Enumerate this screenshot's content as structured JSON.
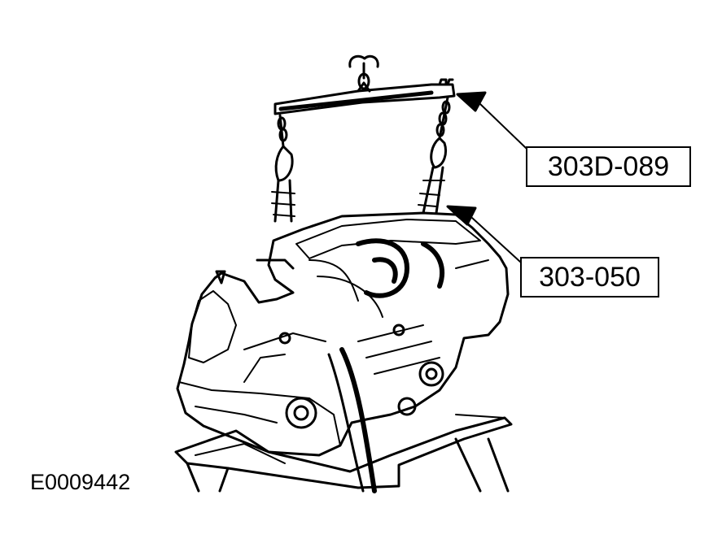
{
  "figure": {
    "id_label": "E0009442",
    "callouts": [
      {
        "label": "303D-089"
      },
      {
        "label": "303-050"
      }
    ]
  }
}
